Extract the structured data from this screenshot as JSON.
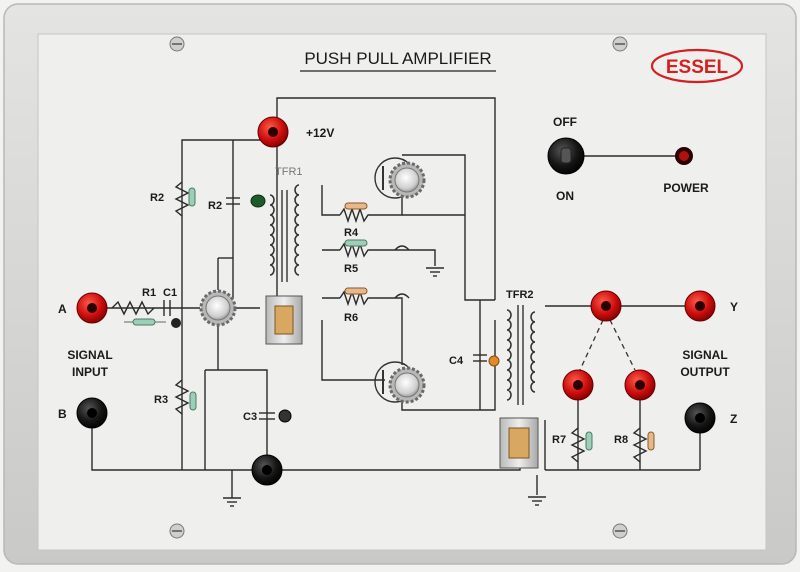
{
  "panel": {
    "title": "PUSH PULL AMPLIFIER",
    "brand": "ESSEL",
    "supply_label": "+12V",
    "switch_off_label": "OFF",
    "switch_on_label": "ON",
    "power_label": "POWER",
    "input_caption_line1": "SIGNAL",
    "input_caption_line2": "INPUT",
    "output_caption_line1": "SIGNAL",
    "output_caption_line2": "OUTPUT"
  },
  "terminals": {
    "A": "A",
    "B": "B",
    "Y": "Y",
    "Z": "Z"
  },
  "components": {
    "R1": "R1",
    "C1": "C1",
    "R2_left": "R2",
    "R2_right": "R2",
    "R3": "R3",
    "C3": "C3",
    "R4": "R4",
    "R5": "R5",
    "R6": "R6",
    "C4": "C4",
    "R7": "R7",
    "R8": "R8",
    "TFR1": "TFR1",
    "TFR2": "TFR2"
  },
  "colors": {
    "panel": "#eeeeec",
    "frame": "#d6d6d4",
    "socket_red": "#d01010",
    "socket_black": "#111111",
    "brand_red": "#d42020",
    "led_red": "#b01010"
  }
}
